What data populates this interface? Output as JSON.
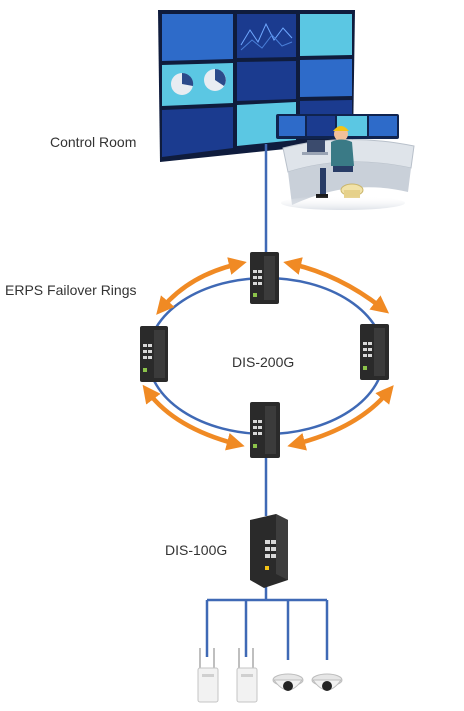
{
  "labels": {
    "control_room": "Control Room",
    "erps_rings": "ERPS Failover Rings",
    "ring_switch": "DIS-200G",
    "edge_switch": "DIS-100G"
  },
  "colors": {
    "link_blue": "#3f69b5",
    "arrow_orange": "#f08a24",
    "screen_dark": "#1b3b8f",
    "screen_mid": "#2e6bc9",
    "screen_cyan": "#5bc7e3",
    "switch_body": "#2a2a2a",
    "switch_port": "#d8d8d8",
    "device_white": "#f2f2f2"
  },
  "icons": [
    "video-wall-icon",
    "operator-desk-icon",
    "industrial-switch-icon",
    "wireless-ap-icon",
    "dome-camera-icon"
  ]
}
